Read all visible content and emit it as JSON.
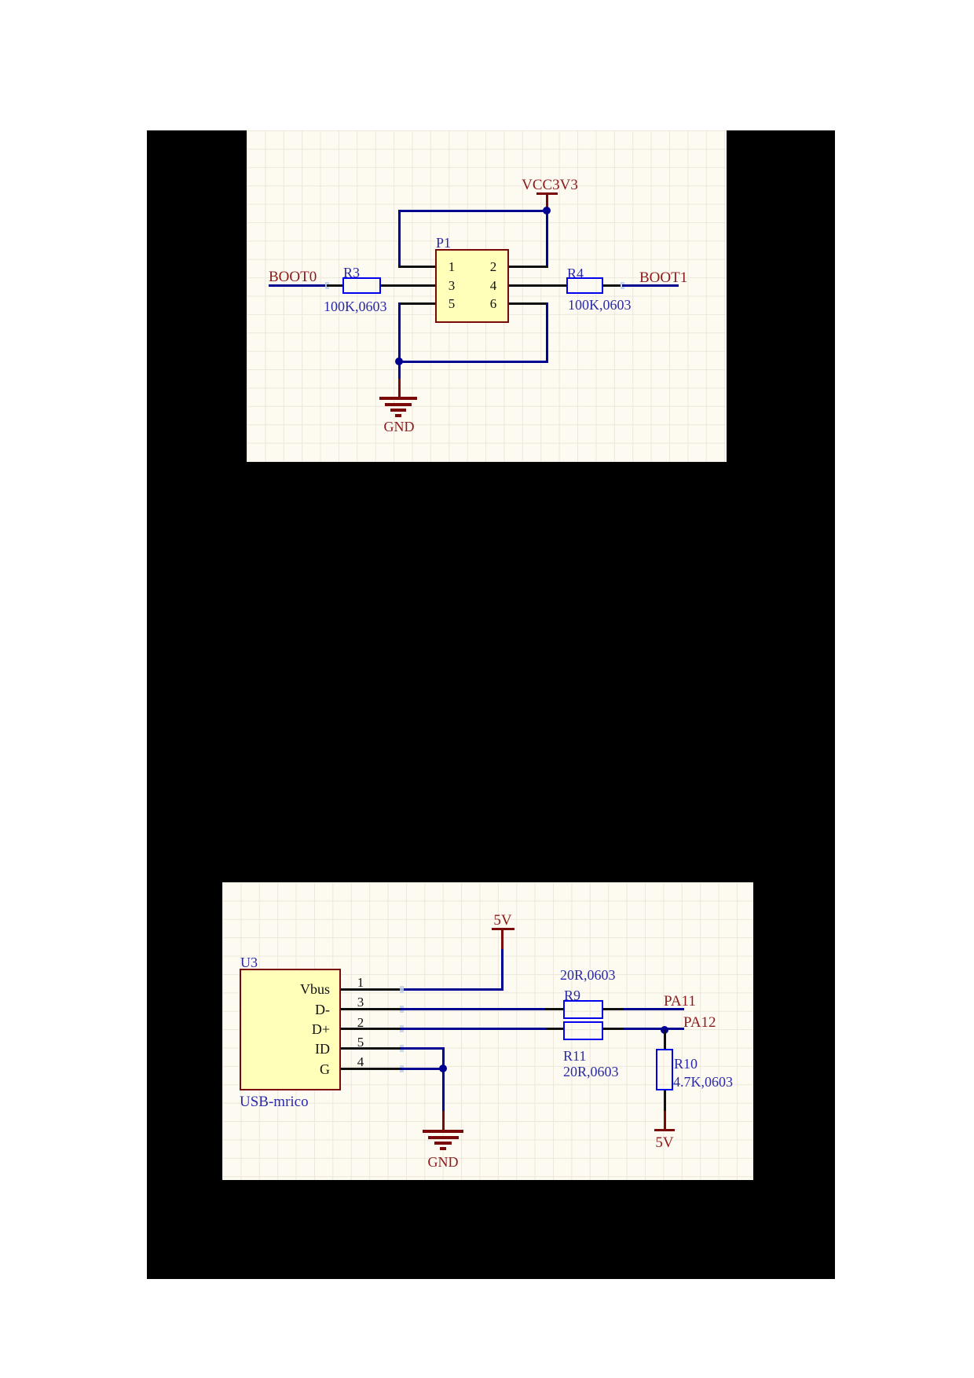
{
  "colors": {
    "page_bg": "#FFFFFF",
    "board_bg": "#000000",
    "panel_bg": "#FDFAF1",
    "grid_line": "#EBE7DB",
    "wire": "#000091",
    "resistor_outline": "#0000EE",
    "component_label": "#2A2AA8",
    "net_label": "#8B1A1A",
    "power_symbol": "#7A0A0A",
    "part_fill": "#FFFFB9",
    "part_border": "#7A0A0A"
  },
  "panel1": {
    "power_label": "VCC3V3",
    "gnd_label": "GND",
    "left_net": "BOOT0",
    "right_net": "BOOT1",
    "connector": {
      "ref": "P1",
      "pins": [
        "1",
        "2",
        "3",
        "4",
        "5",
        "6"
      ]
    },
    "r3": {
      "ref": "R3",
      "value": "100K,0603"
    },
    "r4": {
      "ref": "R4",
      "value": "100K,0603"
    }
  },
  "panel2": {
    "power_label": "5V",
    "power_label_bottom": "5V",
    "gnd_label": "GND",
    "usb": {
      "ref": "U3",
      "footprint": "USB-mrico",
      "pins": [
        {
          "name": "Vbus",
          "num": "1"
        },
        {
          "name": "D-",
          "num": "3"
        },
        {
          "name": "D+",
          "num": "2"
        },
        {
          "name": "ID",
          "num": "5"
        },
        {
          "name": "G",
          "num": "4"
        }
      ]
    },
    "r9": {
      "ref": "R9",
      "value": "20R,0603"
    },
    "r11": {
      "ref": "R11",
      "value": "20R,0603"
    },
    "r10": {
      "ref": "R10",
      "value": "4.7K,0603"
    },
    "pa11_net": "PA11",
    "pa12_net": "PA12"
  }
}
